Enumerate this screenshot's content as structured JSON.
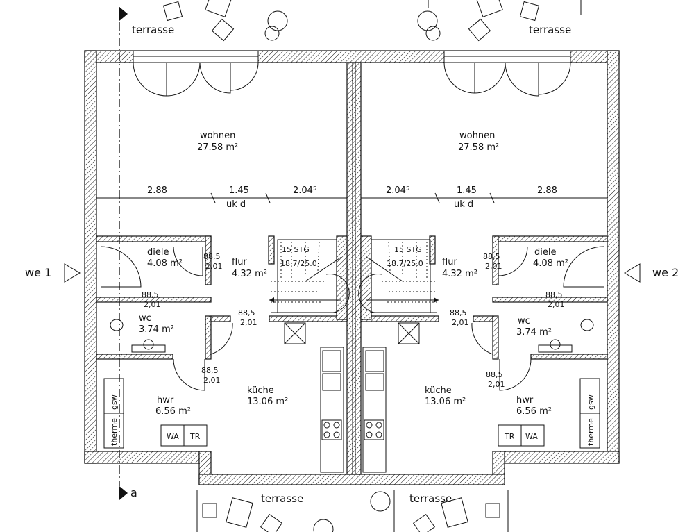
{
  "plan": {
    "left_unit": {
      "entrance": "we 1",
      "terrace_top": "terrasse",
      "terrace_bottom": "terrasse",
      "wohnen": {
        "name": "wohnen",
        "area": "27.58 m²"
      },
      "diele": {
        "name": "diele",
        "area": "4.08 m²"
      },
      "flur": {
        "name": "flur",
        "area": "4.32 m²"
      },
      "wc": {
        "name": "wc",
        "area": "3.74 m²"
      },
      "kueche": {
        "name": "küche",
        "area": "13.06 m²"
      },
      "hwr": {
        "name": "hwr",
        "area": "6.56 m²"
      },
      "dims": [
        "2.88",
        "1.45",
        "2.04⁵"
      ],
      "ukd": "uk  d",
      "stairs": {
        "count": "15 STG",
        "ratio": "18.7/25.0"
      },
      "doors": [
        {
          "w": "88,5",
          "h": "2,01"
        },
        {
          "w": "88,5",
          "h": "2,01"
        },
        {
          "w": "88,5",
          "h": "2,01"
        },
        {
          "w": "88,5",
          "h": "2,01"
        }
      ],
      "appliances": {
        "gsw": "gsw",
        "therme": "therme",
        "wa": "WA",
        "tr": "TR"
      }
    },
    "right_unit": {
      "entrance": "we 2",
      "terrace_top": "terrasse",
      "terrace_bottom": "terrasse",
      "wohnen": {
        "name": "wohnen",
        "area": "27.58 m²"
      },
      "diele": {
        "name": "diele",
        "area": "4.08 m²"
      },
      "flur": {
        "name": "flur",
        "area": "4.32 m²"
      },
      "wc": {
        "name": "wc",
        "area": "3.74 m²"
      },
      "kueche": {
        "name": "küche",
        "area": "13.06 m²"
      },
      "hwr": {
        "name": "hwr",
        "area": "6.56 m²"
      },
      "dims": [
        "2.04⁵",
        "1.45",
        "2.88"
      ],
      "ukd": "uk  d",
      "stairs": {
        "count": "15 STG",
        "ratio": "18.7/25.0"
      },
      "doors": [
        {
          "w": "88,5",
          "h": "2,01"
        },
        {
          "w": "88,5",
          "h": "2,01"
        },
        {
          "w": "88,5",
          "h": "2,01"
        },
        {
          "w": "88,5",
          "h": "2,01"
        }
      ],
      "appliances": {
        "gsw": "gsw",
        "therme": "therme",
        "wa": "WA",
        "tr": "TR"
      }
    },
    "section_marker": "a"
  }
}
